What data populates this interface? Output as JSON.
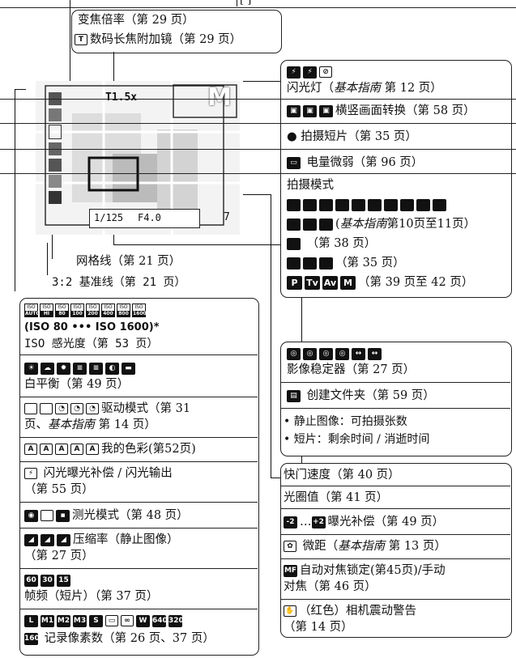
{
  "top_strip": "[ ]",
  "zoom_box": {
    "line1": "变焦倍率（第 29 页）",
    "line2": "数码长焦附加镜（第 29 页）",
    "icon": "T"
  },
  "lcd": {
    "zoom_readout": "T1.5x",
    "mode_letter": "M",
    "shutter": "1/125",
    "aperture": "F4.0",
    "shots": "7"
  },
  "grid_label": "网格线（第 21 页）",
  "guide_label": "3:2 基准线（第 21 页）",
  "right_top": {
    "flash_label": "闪光灯（",
    "flash_guide": "基本指南",
    "flash_tail": " 第 12 页）",
    "rotation_label": "横竖画面转换（第 58 页）",
    "movie_rec": "● 拍摄短片（第 35 页）",
    "battery": "电量微弱（第 96 页）",
    "shooting_mode": "拍摄模式",
    "scene_guide": "基本指南",
    "scene_pages": "第10页至11页）",
    "scene_p38": "（第 38 页）",
    "scene_p35": "（第 35 页）",
    "pasm_label": "（第 39 页至 42 页）",
    "pasm_icons": [
      "P",
      "Tv",
      "Av",
      "M"
    ]
  },
  "left_box": {
    "iso_labels": [
      "AUTO",
      "HI",
      "80",
      "100",
      "200",
      "400",
      "800",
      "1600"
    ],
    "iso_range": "(ISO 80 ••• ISO 1600)*",
    "iso_text": "ISO 感光度（第 53 页）",
    "wb_text": "白平衡（第 49 页）",
    "drive_text": "驱动模式（第 31",
    "drive_text2_a": "页、",
    "drive_guide": "基本指南",
    "drive_text2_b": " 第 14 页）",
    "mycolor_text": "我的色彩(第52页)",
    "flash_comp_text": "闪光曝光补偿 / 闪光输出",
    "flash_comp_page": "（第 55 页）",
    "metering_text": "测光模式（第 48 页）",
    "compression_text": "压缩率（静止图像）",
    "compression_page": "（第 27 页）",
    "framerate_text": "帧频（短片）（第 37 页）",
    "recpix_icons": [
      "L",
      "M1",
      "M2",
      "M3",
      "S",
      "W",
      "640",
      "320"
    ],
    "recpix_text": "记录像素数（第 26 页、37 页）"
  },
  "right_mid": {
    "is_text": "影像稳定器（第 27 页）",
    "folder_text": "创建文件夹（第 59 页）",
    "still_text": "• 静止图像：可拍摄张数",
    "movie_text": "• 短片：剩余时间 / 消逝时间"
  },
  "right_bottom": {
    "shutter": "快门速度（第 40 页）",
    "aperture": "光圈值（第 41 页）",
    "expcomp": "曝光补偿（第 49 页）",
    "expcomp_icons": [
      "-2",
      "+2"
    ],
    "macro_a": "微距（",
    "macro_guide": "基本指南",
    "macro_b": " 第 13 页）",
    "af_lock": "自动对焦锁定(第45页)/手动",
    "af_lock2": "对焦（第 46 页）",
    "shake": "（红色）相机震动警告",
    "shake_page": "（第 14 页）"
  }
}
